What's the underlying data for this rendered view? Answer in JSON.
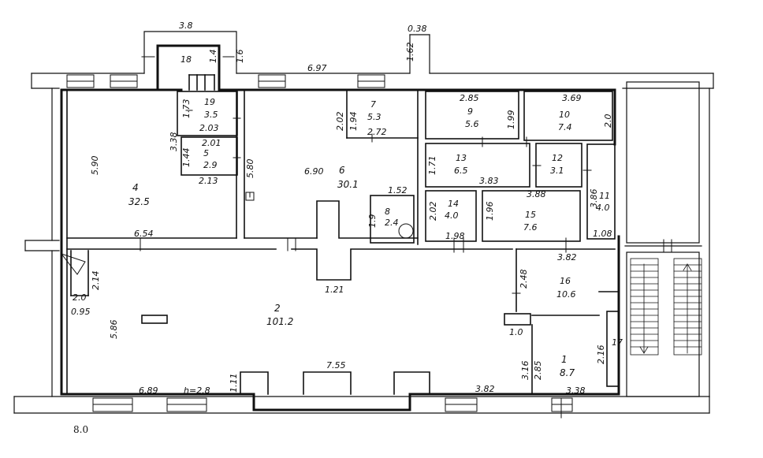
{
  "plan": {
    "rooms": [
      {
        "id": "r1",
        "number": "1",
        "area": "8.7"
      },
      {
        "id": "r2",
        "number": "2",
        "area": "101.2"
      },
      {
        "id": "r4",
        "number": "4",
        "area": "32.5"
      },
      {
        "id": "r5",
        "number": "5",
        "area": "2.9"
      },
      {
        "id": "r6",
        "number": "6",
        "area": "30.1"
      },
      {
        "id": "r7",
        "number": "7",
        "area": "5.3"
      },
      {
        "id": "r8",
        "number": "8",
        "area": "2.4"
      },
      {
        "id": "r9",
        "number": "9",
        "area": "5.6"
      },
      {
        "id": "r10",
        "number": "10",
        "area": "7.4"
      },
      {
        "id": "r11",
        "number": "11",
        "area": "4.0"
      },
      {
        "id": "r12",
        "number": "12",
        "area": "3.1"
      },
      {
        "id": "r13",
        "number": "13",
        "area": "6.5"
      },
      {
        "id": "r14",
        "number": "14",
        "area": "4.0"
      },
      {
        "id": "r15",
        "number": "15",
        "area": "7.6"
      },
      {
        "id": "r16",
        "number": "16",
        "area": "10.6"
      },
      {
        "id": "r17",
        "number": "17",
        "area": ""
      },
      {
        "id": "r18",
        "number": "18",
        "area": ""
      },
      {
        "id": "r19",
        "number": "19",
        "area": "3.5"
      }
    ],
    "dimensions": [
      "3.8",
      "1.4",
      "1.6",
      "0.38",
      "1.62",
      "6.97",
      "1.73",
      "2.03",
      "3.38",
      "2.01",
      "1.44",
      "5.80",
      "2.13",
      "5.90",
      "6.90",
      "2.02",
      "1.94",
      "2.72",
      "2.85",
      "1.99",
      "3.69",
      "2.0",
      "1.71",
      "3.83",
      "3.88",
      "3.86",
      "1.52",
      "1.9",
      "2.02",
      "1.96",
      "1.98",
      "1.08",
      "6.54",
      "3.82",
      "2.14",
      "2.0",
      "0.95",
      "1.21",
      "2.48",
      "5.86",
      "1.0",
      "2.16",
      "3.16",
      "2.85",
      "6.89",
      "h=2.8",
      "1.11",
      "7.55",
      "3.82",
      "3.38"
    ],
    "scale_note": "8.0"
  }
}
